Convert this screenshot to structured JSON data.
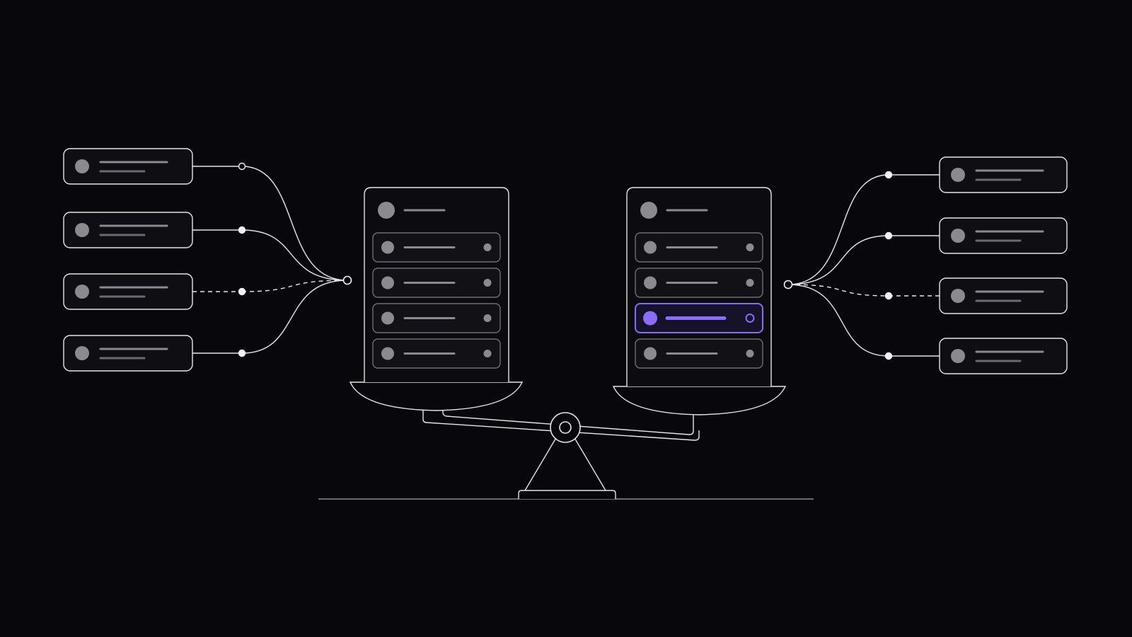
{
  "theme": {
    "background": "#08080c",
    "stroke": "#e6e6ea",
    "muted": "#8a8a90",
    "line": "#6b6b72",
    "accent": "#8b6cf6"
  },
  "left_inputs": [
    {
      "connector": "open",
      "link": "solid"
    },
    {
      "connector": "filled",
      "link": "solid"
    },
    {
      "connector": "filled",
      "link": "dashed"
    },
    {
      "connector": "filled",
      "link": "solid"
    }
  ],
  "right_inputs": [
    {
      "connector": "filled",
      "link": "solid"
    },
    {
      "connector": "filled",
      "link": "solid"
    },
    {
      "connector": "filled",
      "link": "dashed"
    },
    {
      "connector": "filled",
      "link": "solid"
    }
  ],
  "left_panel": {
    "rows": [
      {
        "state": "default"
      },
      {
        "state": "default"
      },
      {
        "state": "default"
      },
      {
        "state": "default"
      }
    ]
  },
  "right_panel": {
    "rows": [
      {
        "state": "default"
      },
      {
        "state": "default"
      },
      {
        "state": "selected"
      },
      {
        "state": "default"
      }
    ]
  },
  "icons": {
    "merge_node_left": "hub-node-icon",
    "merge_node_right": "hub-node-icon",
    "pivot": "pivot-icon"
  }
}
